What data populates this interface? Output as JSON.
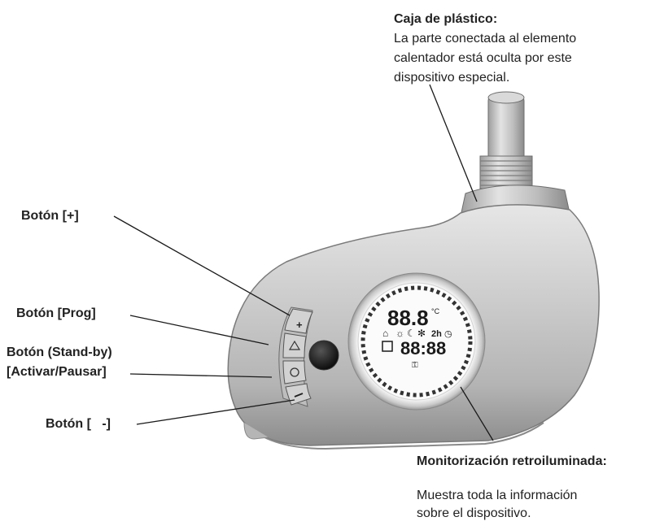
{
  "labels": {
    "plastic_case": {
      "title": "Caja de plástico:",
      "line1": "La parte conectada al elemento",
      "line2": "calentador está oculta por este",
      "line3": "dispositivo especial."
    },
    "btn_plus": "Botón [+]",
    "btn_prog": "Botón [Prog]",
    "btn_standby_line1": "Botón (Stand-by)",
    "btn_standby_line2": "[Activar/Pausar]",
    "btn_minus": "Botón [   -]",
    "display": {
      "title": "Monitorización retroiluminada:",
      "line1": "Muestra toda la información",
      "line2": "sobre el dispositivo."
    }
  },
  "display_readouts": {
    "temperature": "88.8",
    "unit": "°C",
    "time": "88:88",
    "timer": "2h"
  },
  "icons": [
    "house-icon",
    "sun-icon",
    "moon-icon",
    "snowflake-icon",
    "clock-icon",
    "window-icon",
    "key-icon"
  ],
  "colors": {
    "device_body": "#c6c6c6",
    "device_shadow": "#8f8f8f",
    "lcd_face": "#fbfbfb",
    "lcd_digits": "#1a1a1a",
    "leader_lines": "#1a1a1a"
  }
}
